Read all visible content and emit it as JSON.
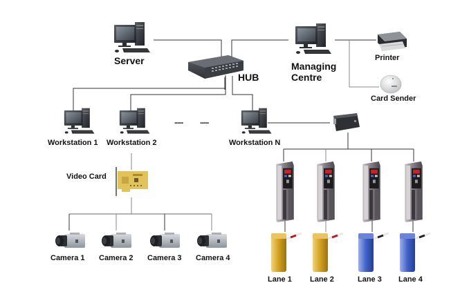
{
  "title": "Parking Management System Network Topology",
  "nodes": {
    "server": {
      "label": "Server",
      "icon": "desktop-computer-icon"
    },
    "hub": {
      "label": "HUB",
      "icon": "network-switch-icon"
    },
    "managing_centre": {
      "label_line1": "Managing",
      "label_line2": "Centre",
      "icon": "desktop-computer-icon"
    },
    "printer": {
      "label": "Printer",
      "icon": "printer-icon"
    },
    "card_sender": {
      "label": "Card Sender",
      "icon": "card-reader-icon"
    },
    "workstations": [
      {
        "label": "Workstation 1",
        "icon": "desktop-computer-icon"
      },
      {
        "label": "Workstation 2",
        "icon": "desktop-computer-icon"
      },
      {
        "label": "Workstation N",
        "icon": "desktop-computer-icon"
      }
    ],
    "ellipsis": [
      "......",
      "......"
    ],
    "controller": {
      "icon": "controller-box-icon"
    },
    "video_card": {
      "label": "Video Card",
      "icon": "pci-card-icon"
    },
    "cameras": [
      {
        "label": "Camera 1",
        "icon": "cctv-camera-icon"
      },
      {
        "label": "Camera 2",
        "icon": "cctv-camera-icon"
      },
      {
        "label": "Camera 3",
        "icon": "cctv-camera-icon"
      },
      {
        "label": "Camera 4",
        "icon": "cctv-camera-icon"
      }
    ],
    "terminals": [
      {
        "icon": "ticket-terminal-icon"
      },
      {
        "icon": "ticket-terminal-icon"
      },
      {
        "icon": "ticket-terminal-icon"
      },
      {
        "icon": "ticket-terminal-icon"
      }
    ],
    "lanes": [
      {
        "label": "Lane 1",
        "icon": "barrier-gate-icon",
        "color": "#d6a51e"
      },
      {
        "label": "Lane 2",
        "icon": "barrier-gate-icon",
        "color": "#d6a51e"
      },
      {
        "label": "Lane 3",
        "icon": "barrier-gate-icon",
        "color": "#3f5fc0"
      },
      {
        "label": "Lane 4",
        "icon": "barrier-gate-icon",
        "color": "#3f5fc0"
      }
    ]
  },
  "colors": {
    "line": "#333333",
    "device_dark": "#3c3f44",
    "terminal_body": "#6e6a70",
    "terminal_screen": "#c0262b"
  }
}
